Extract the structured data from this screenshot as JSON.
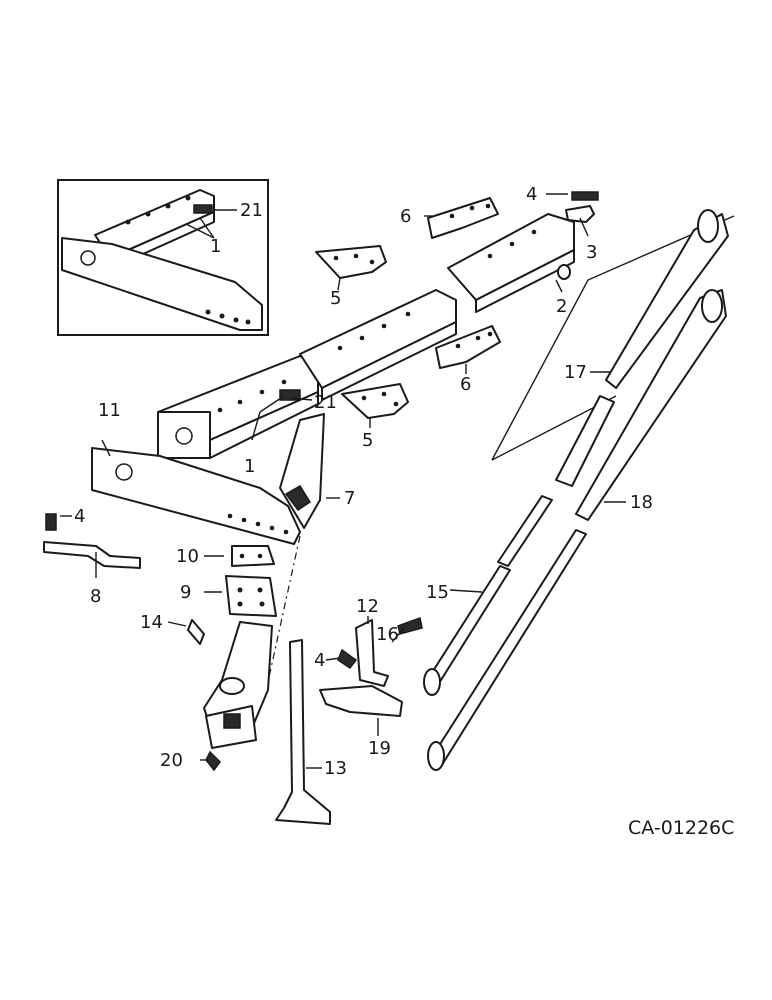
{
  "drawing_code": "CA-01226C",
  "callouts": {
    "inset_21": "21",
    "inset_1": "1",
    "p1": "1",
    "p2": "2",
    "p3": "3",
    "p4_top": "4",
    "p4_left": "4",
    "p4_mid": "4",
    "p5_upper": "5",
    "p5_lower": "5",
    "p6_upper": "6",
    "p6_lower": "6",
    "p7": "7",
    "p8": "8",
    "p9": "9",
    "p10": "10",
    "p11": "11",
    "p12": "12",
    "p13": "13",
    "p14": "14",
    "p15": "15",
    "p16": "16",
    "p17": "17",
    "p18": "18",
    "p19": "19",
    "p20": "20",
    "p21": "21"
  }
}
